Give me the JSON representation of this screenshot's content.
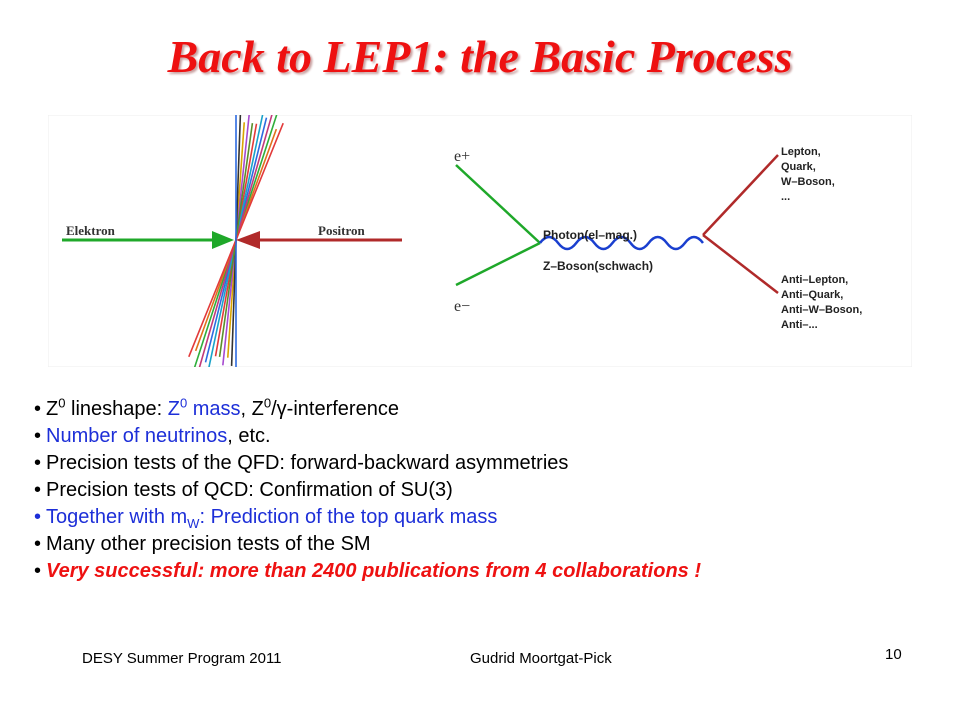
{
  "slide": {
    "title": "Back to LEP1: the Basic Process",
    "page_number": "10"
  },
  "figure": {
    "left_panel": {
      "electron_label": "Elektron",
      "positron_label": "Positron"
    },
    "feynman": {
      "e_plus_label": "e+",
      "e_minus_label": "e−",
      "boson_label_1": "Photon(el–mag.)",
      "boson_label_2": "Z–Boson(schwach)",
      "out_top": [
        "Lepton,",
        "Quark,",
        "W–Boson,",
        "..."
      ],
      "out_bottom": [
        "Anti–Lepton,",
        "Anti–Quark,",
        "Anti–W–Boson,",
        "Anti–..."
      ]
    }
  },
  "bullets": {
    "b1": {
      "p1": "Z",
      "p1_sup": "0",
      "p2": " lineshape: ",
      "p3_blue": "Z",
      "p3_sup": "0",
      "p4_blue": " mass",
      "p5": ", Z",
      "p5_sup": "0",
      "p6": "/γ-interference"
    },
    "b2": {
      "blue": "Number of neutrinos",
      "rest": ", etc."
    },
    "b3": "Precision tests of the QFD: forward-backward asymmetries",
    "b4": "Precision tests of QCD: Confirmation of SU(3)",
    "b5": {
      "p1": "Together with m",
      "sub": "W",
      "p2": ": Prediction of the top quark mass"
    },
    "b6": "Many other precision tests of the SM",
    "b7": "Very successful: more than 2400 publications from 4 collaborations !"
  },
  "footer": {
    "left": "DESY Summer Program 2011",
    "middle": "Gudrid Moortgat-Pick"
  },
  "colors": {
    "title": "#ee1111",
    "blue_text": "#1d2fd8",
    "red_text": "#ee1111",
    "electron_line": "#1fa82a",
    "positron_line": "#b02a2a",
    "photon_line": "#1a3fcf"
  }
}
